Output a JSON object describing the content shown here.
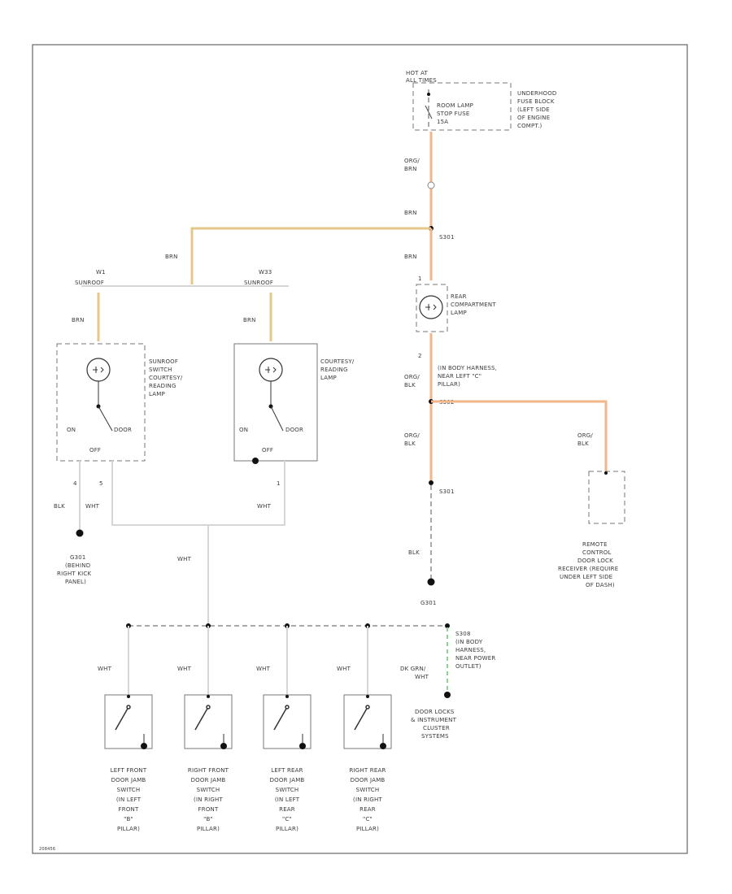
{
  "labels": {
    "hot_at": "HOT AT",
    "all_times": "ALL TIMES",
    "fuse_line1": "ROOM LAMP",
    "fuse_line2": "STOP FUSE",
    "fuse_line3": "15A",
    "fuse_block_1": "UNDERHOOD",
    "fuse_block_2": "FUSE BLOCK",
    "fuse_block_3": "(LEFT SIDE",
    "fuse_block_4": "OF ENGINE",
    "fuse_block_5": "COMPT.)",
    "w_org1": "ORG/",
    "w_brn1": "BRN",
    "w_brn_top": "BRN",
    "splice_top": "S301",
    "w_brn_rr": "BRN",
    "w_brn_left": "BRN",
    "conn_left_1": "W1",
    "conn_left_2": "SUNROOF",
    "conn_mid_1": "W33",
    "conn_mid_2": "SUNROOF",
    "w_brn_l2": "BRN",
    "w_brn_m2": "BRN",
    "pin_rr": "1",
    "rear_lamp_1": "REAR",
    "rear_lamp_2": "COMPARTMENT",
    "rear_lamp_3": "LAMP",
    "sunroof_1": "SUNROOF",
    "sunroof_2": "SWITCH",
    "sunroof_3": "COURTESY/",
    "sunroof_4": "READING",
    "sunroof_5": "LAMP",
    "court_1": "COURTESY/",
    "court_2": "READING",
    "court_3": "LAMP",
    "pin_rr2": "2",
    "harness_1": "(IN BODY HARNESS,",
    "harness_2": "NEAR LEFT \"C\"",
    "harness_3": "PILLAR)",
    "w_org_blk1a": "ORG/",
    "w_org_blk1b": "BLK",
    "splice_mid": "S302",
    "w_org_blk2a": "ORG/",
    "w_org_blk2b": "BLK",
    "w_org_blk3a": "ORG/",
    "w_org_blk3b": "BLK",
    "sw_on_l": "ON",
    "sw_door_l": "DOOR",
    "sw_off_l": "OFF",
    "sw_on_m": "ON",
    "sw_door_m": "DOOR",
    "sw_off_m": "OFF",
    "pin_l4": "4",
    "pin_l5": "5",
    "pin_m1": "1",
    "w_blk_l": "BLK",
    "w_wht_l": "WHT",
    "w_wht_m": "WHT",
    "splice_s301b": "S301",
    "remote_1": "REMOTE",
    "remote_2": "CONTROL",
    "remote_3": "DOOR LOCK",
    "remote_4": "RECEIVER (REQUIRE",
    "remote_5": "UNDER LEFT SIDE",
    "remote_6": "OF DASH)",
    "g_left_1": "G301",
    "g_left_2": "(BEHIND",
    "g_left_3": "RIGHT KICK",
    "g_left_4": "PANEL)",
    "w_wht_trunk": "WHT",
    "w_blk_r": "BLK",
    "g_right": "G301",
    "s308_1": "S308",
    "s308_2": "(IN BODY",
    "s308_3": "HARNESS,",
    "s308_4": "NEAR POWER",
    "s308_5": "OUTLET)",
    "dk_grn": "DK GRN/",
    "dk_wht": "WHT",
    "w_wht_1": "WHT",
    "w_wht_2": "WHT",
    "w_wht_3": "WHT",
    "w_wht_4": "WHT",
    "systems_1": "DOOR LOCKS",
    "systems_2": "& INSTRUMENT",
    "systems_3": "CLUSTER",
    "systems_4": "SYSTEMS",
    "sw1_1": "LEFT FRONT",
    "sw1_2": "DOOR JAMB",
    "sw1_3": "SWITCH",
    "sw1_4": "(IN LEFT",
    "sw1_5": "FRONT",
    "sw1_6": "\"B\"",
    "sw1_7": "PILLAR)",
    "sw2_1": "RIGHT FRONT",
    "sw2_2": "DOOR JAMB",
    "sw2_3": "SWITCH",
    "sw2_4": "(IN RIGHT",
    "sw2_5": "FRONT",
    "sw2_6": "\"B\"",
    "sw2_7": "PILLAR)",
    "sw3_1": "LEFT REAR",
    "sw3_2": "DOOR JAMB",
    "sw3_3": "SWITCH",
    "sw3_4": "(IN LEFT",
    "sw3_5": "REAR",
    "sw3_6": "\"C\"",
    "sw3_7": "PILLAR)",
    "sw4_1": "RIGHT REAR",
    "sw4_2": "DOOR JAMB",
    "sw4_3": "SWITCH",
    "sw4_4": "(IN RIGHT",
    "sw4_5": "REAR",
    "sw4_6": "\"C\"",
    "sw4_7": "PILLAR)",
    "footer": "208456"
  },
  "colors": {
    "wire_yellow": "#e6c78a",
    "wire_orange": "#f1b68a",
    "wire_green": "#8fd18f",
    "wire_plain": "#d6d6d6"
  }
}
